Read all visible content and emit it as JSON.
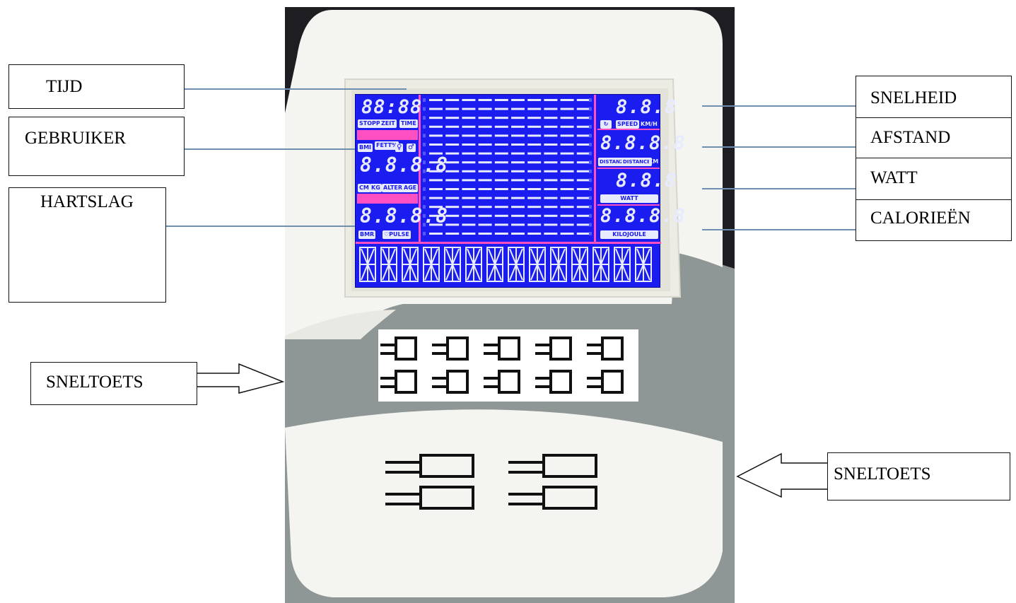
{
  "callouts": {
    "tijd": "TIJD",
    "gebruiker": "GEBRUIKER",
    "hartslag": "HARTSLAG",
    "sneltoets_left": "SNELTOETS",
    "snelheid": "SNELHEID",
    "afstand": "AFSTAND",
    "watt": "WATT",
    "calorieen": "CALORIEËN",
    "sneltoets_right": "SNELTOETS"
  },
  "lcd": {
    "time_digits": "88:88",
    "time_labels": [
      "STOPP",
      "ZEIT",
      "TIME"
    ],
    "user_labels": [
      "BMI",
      "FETT%",
      "♀",
      "♂"
    ],
    "user_digits": "8.8.8.8",
    "user_units": [
      "CM",
      "KG",
      "ALTER",
      "AGE"
    ],
    "pulse_digits": "8.8.8.8",
    "pulse_labels": [
      "BMR",
      "♡PULSE"
    ],
    "speed_digits": "8.8.8",
    "speed_labels": [
      "SPEED",
      "KM/H"
    ],
    "distance_digits": "8.8.8.8",
    "distance_labels": [
      "DISTANZ",
      "DISTANCE",
      "KM"
    ],
    "watt_digits": "8.8.8",
    "watt_label": "WATT",
    "kj_digits": "8.8.8.8",
    "kj_label": "KILOJOULE",
    "matrix_char": "⊠",
    "colors": {
      "lcd": "#1a1cf0",
      "accent": "#ff4fc0",
      "segment": "#e8eaff"
    }
  }
}
